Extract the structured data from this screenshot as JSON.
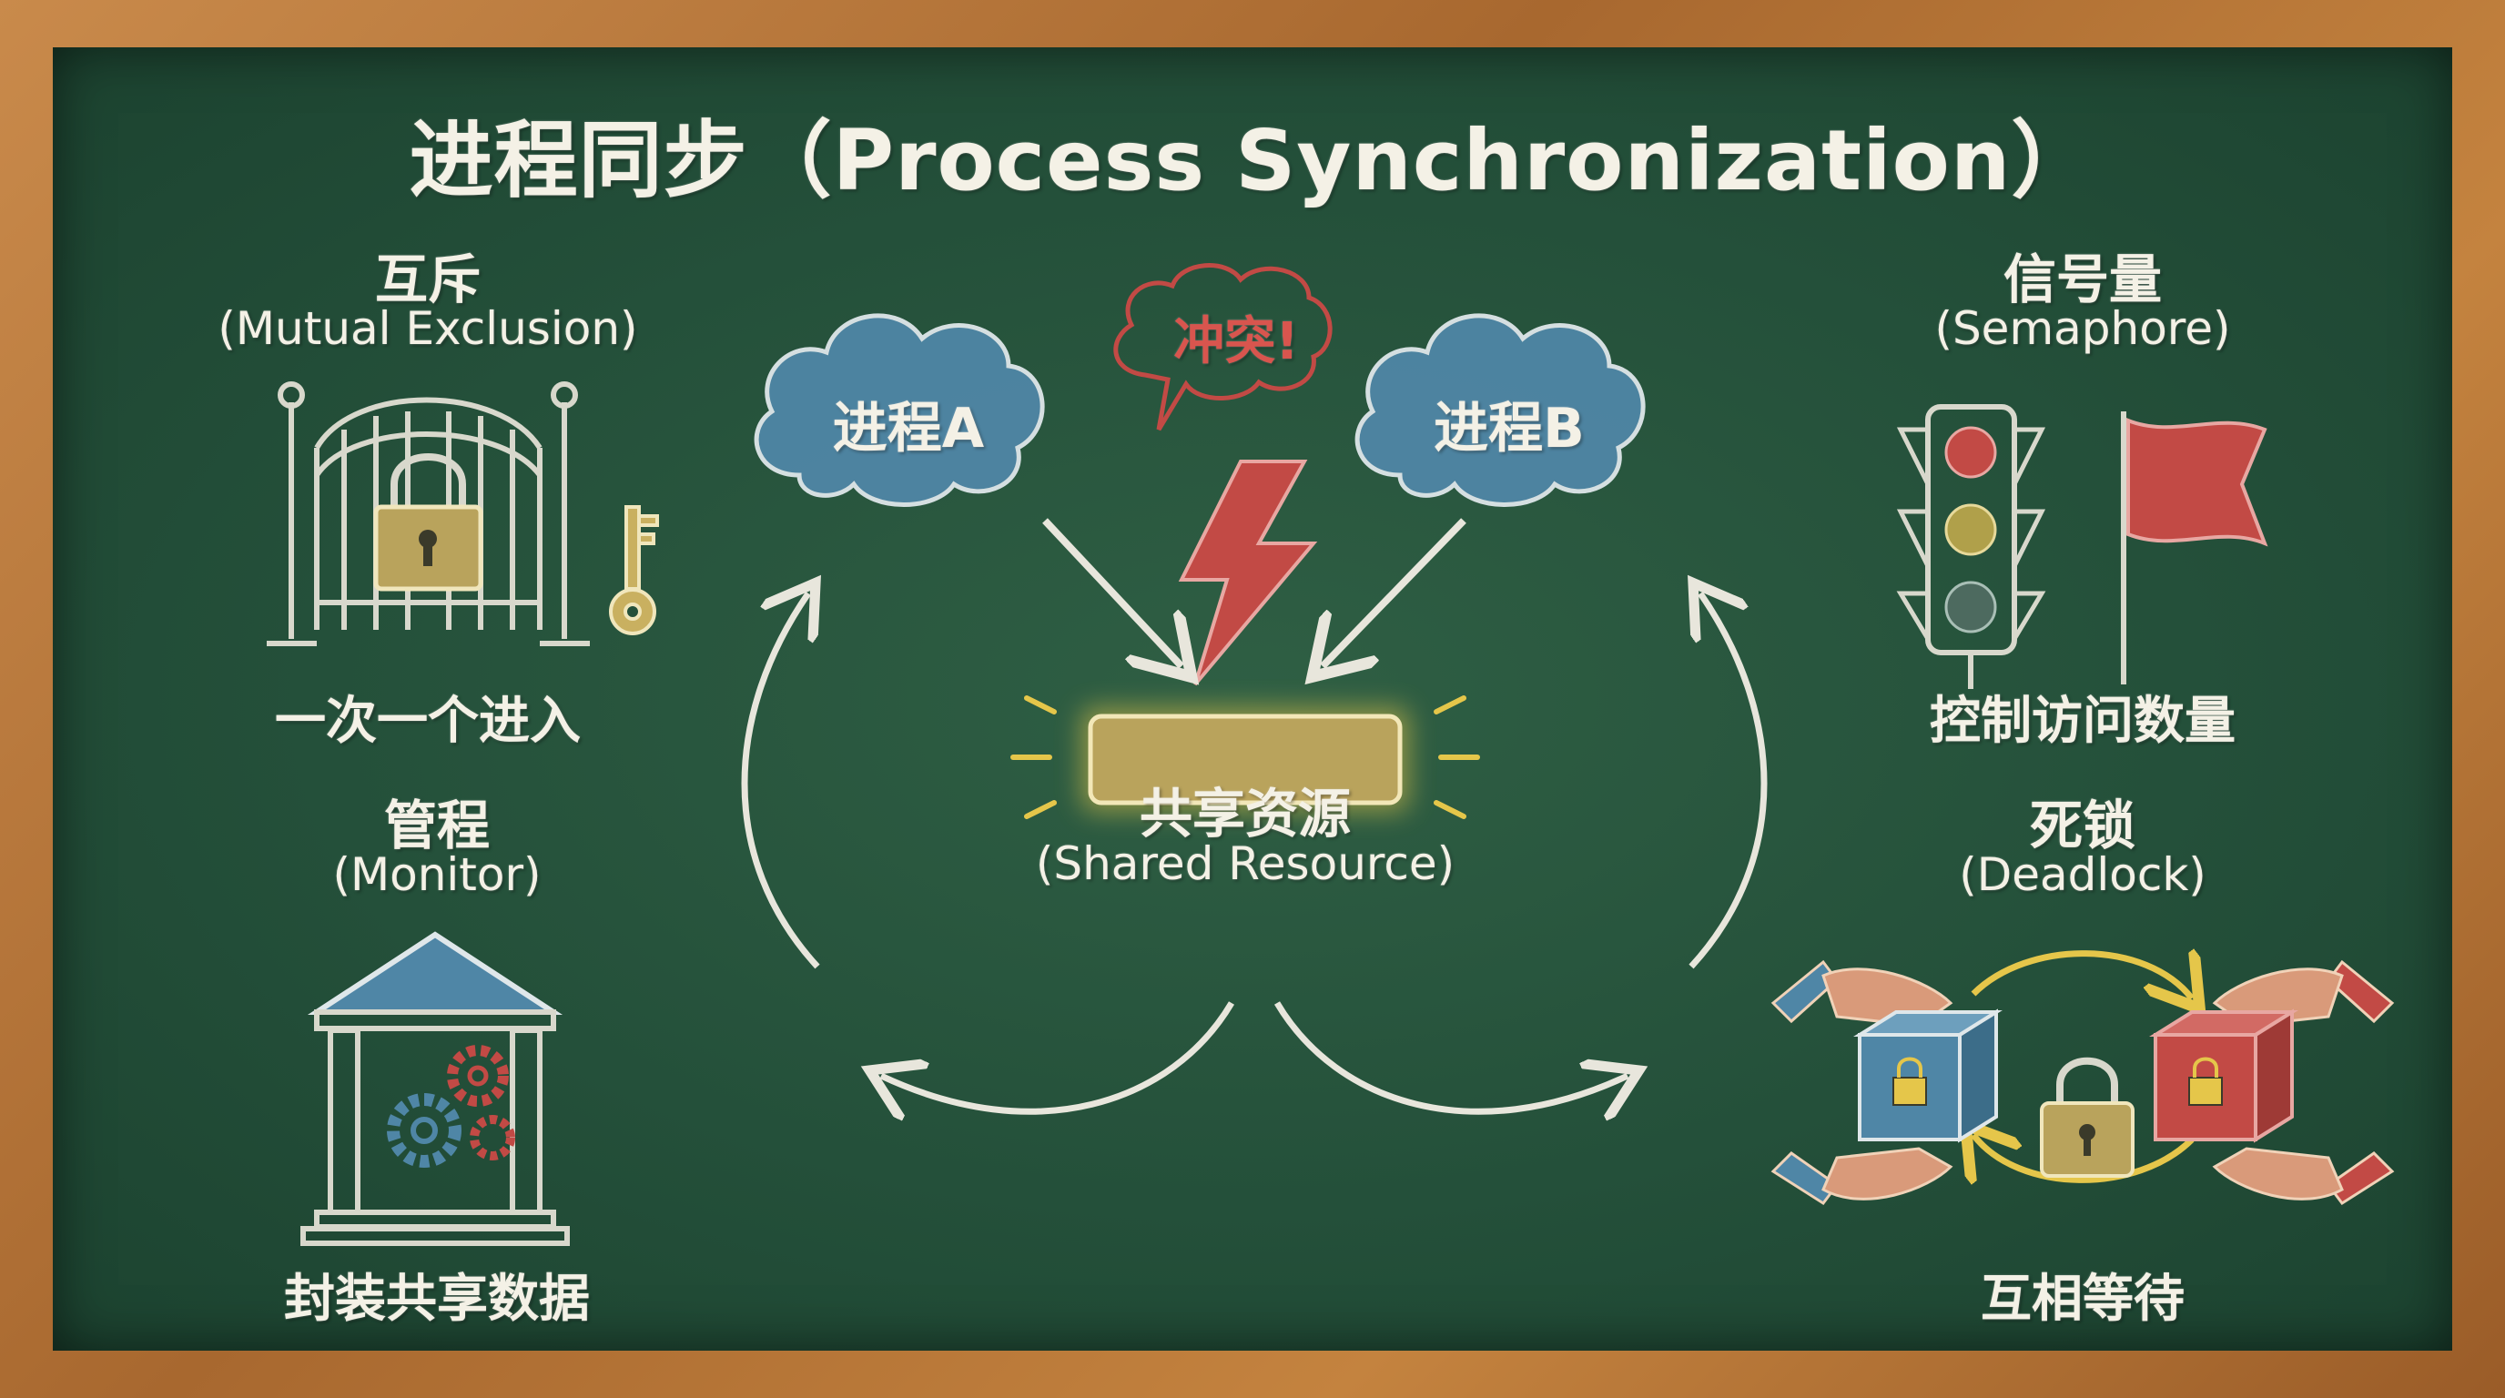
{
  "title": "进程同步（Process Synchronization）",
  "center": {
    "process_a": "进程A",
    "process_b": "进程B",
    "conflict": "冲突!",
    "resource_zh": "共享资源",
    "resource_en": "(Shared Resource)"
  },
  "mutex": {
    "zh": "互斥",
    "en": "(Mutual Exclusion)",
    "caption": "一次一个进入",
    "icons": [
      "gate-icon",
      "padlock-icon",
      "key-icon"
    ]
  },
  "monitor": {
    "zh": "管程",
    "en": "(Monitor)",
    "caption": "封装共享数据",
    "icons": [
      "building-icon",
      "gears-icon"
    ]
  },
  "semaphore": {
    "zh": "信号量",
    "en": "(Semaphore)",
    "caption": "控制访问数量",
    "icons": [
      "traffic-light-icon",
      "flag-icon"
    ]
  },
  "deadlock": {
    "zh": "死锁",
    "en": "(Deadlock)",
    "caption": "互相等待",
    "icons": [
      "hands-icon",
      "locked-box-icon",
      "padlock-icon",
      "cycle-arrows-icon"
    ]
  },
  "colors": {
    "board": "#24503a",
    "frame": "#b87535",
    "chalk": "#f4f1e6",
    "blue": "#4f86a6",
    "red": "#c24a45",
    "yellow": "#c9b060",
    "amber": "#e5c64a"
  }
}
